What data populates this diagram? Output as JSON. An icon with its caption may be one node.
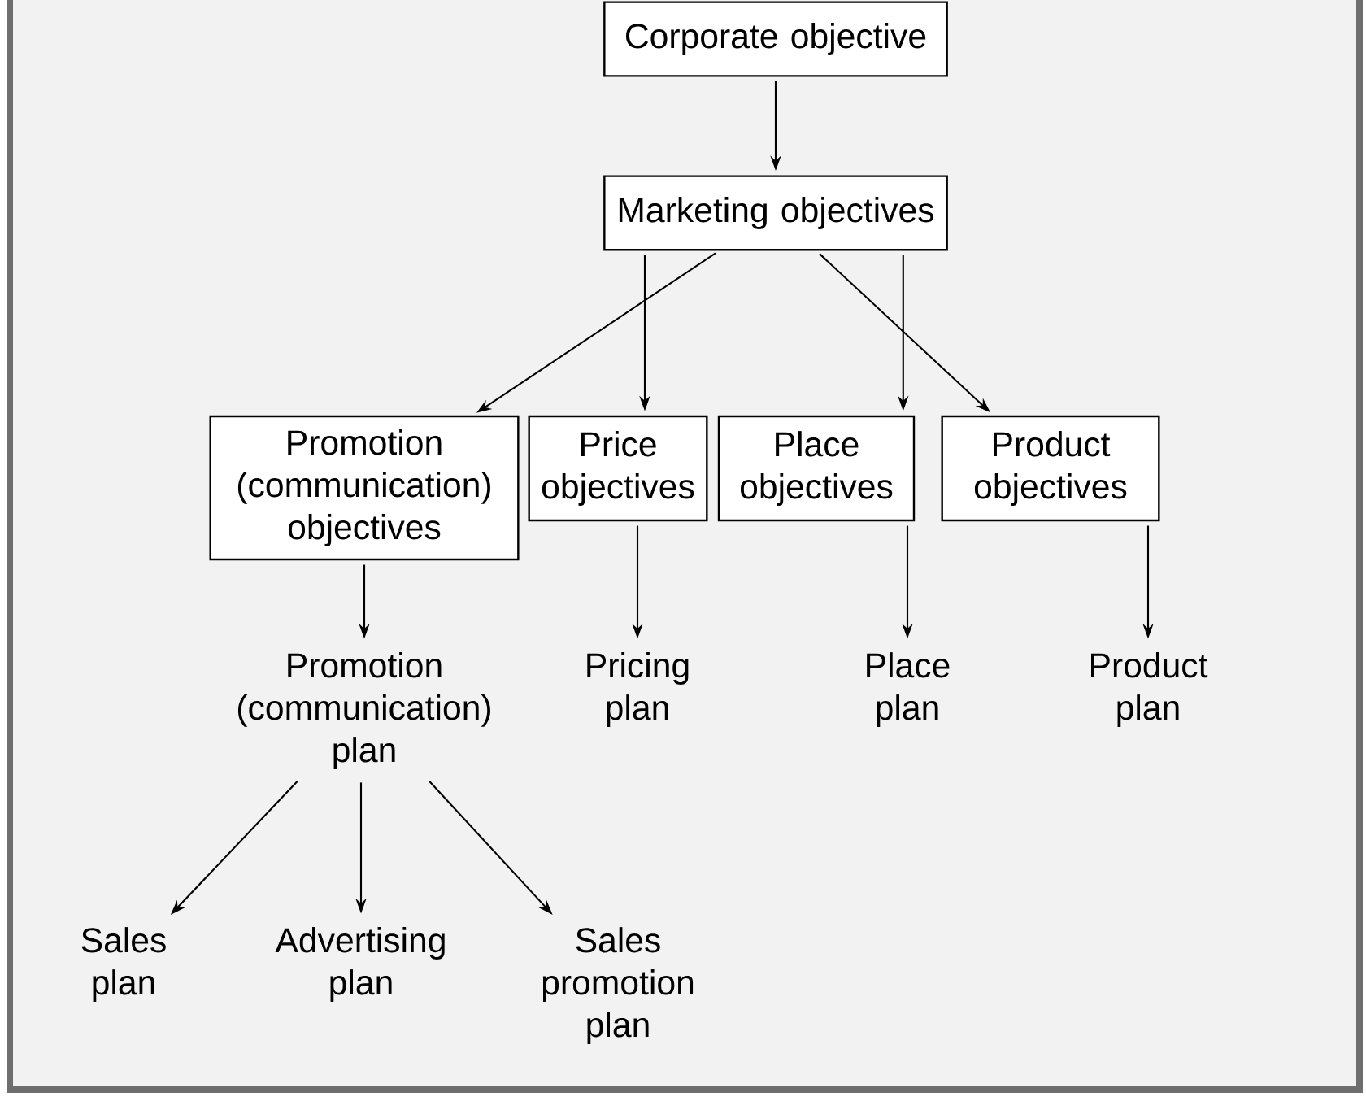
{
  "diagram": {
    "nodes": [
      {
        "text": [
          "Corporate objective"
        ]
      },
      {
        "text": [
          "Marketing objectives"
        ]
      },
      {
        "text": [
          "Promotion (communication) objectives"
        ]
      },
      {
        "text": [
          "Price objectives"
        ]
      },
      {
        "text": [
          "Place objectives"
        ]
      },
      {
        "text": [
          "Product objectives"
        ]
      },
      {
        "text": [
          "Promotion (communication) plan"
        ]
      },
      {
        "text": [
          "Pricing plan"
        ]
      },
      {
        "text": [
          "Place plan"
        ]
      },
      {
        "text": [
          "Product plan"
        ]
      },
      {
        "text": [
          "Sales plan"
        ]
      },
      {
        "text": [
          "Advertising plan"
        ]
      },
      {
        "text": [
          "Sales promotion plan"
        ]
      }
    ],
    "edges": [
      {
        "from": 0,
        "to": 1,
        "arrow": "to"
      },
      {
        "from": 1,
        "to": 2,
        "arrow": "to"
      },
      {
        "from": 1,
        "to": 3,
        "arrow": "to"
      },
      {
        "from": 1,
        "to": 4,
        "arrow": "to"
      },
      {
        "from": 1,
        "to": 5,
        "arrow": "to"
      },
      {
        "from": 2,
        "to": 6,
        "arrow": "to"
      },
      {
        "from": 3,
        "to": 7,
        "arrow": "to"
      },
      {
        "from": 4,
        "to": 8,
        "arrow": "to"
      },
      {
        "from": 5,
        "to": 9,
        "arrow": "to"
      },
      {
        "from": 6,
        "to": 10,
        "arrow": "to"
      },
      {
        "from": 6,
        "to": 11,
        "arrow": "to"
      },
      {
        "from": 6,
        "to": 12,
        "arrow": "to"
      }
    ]
  }
}
